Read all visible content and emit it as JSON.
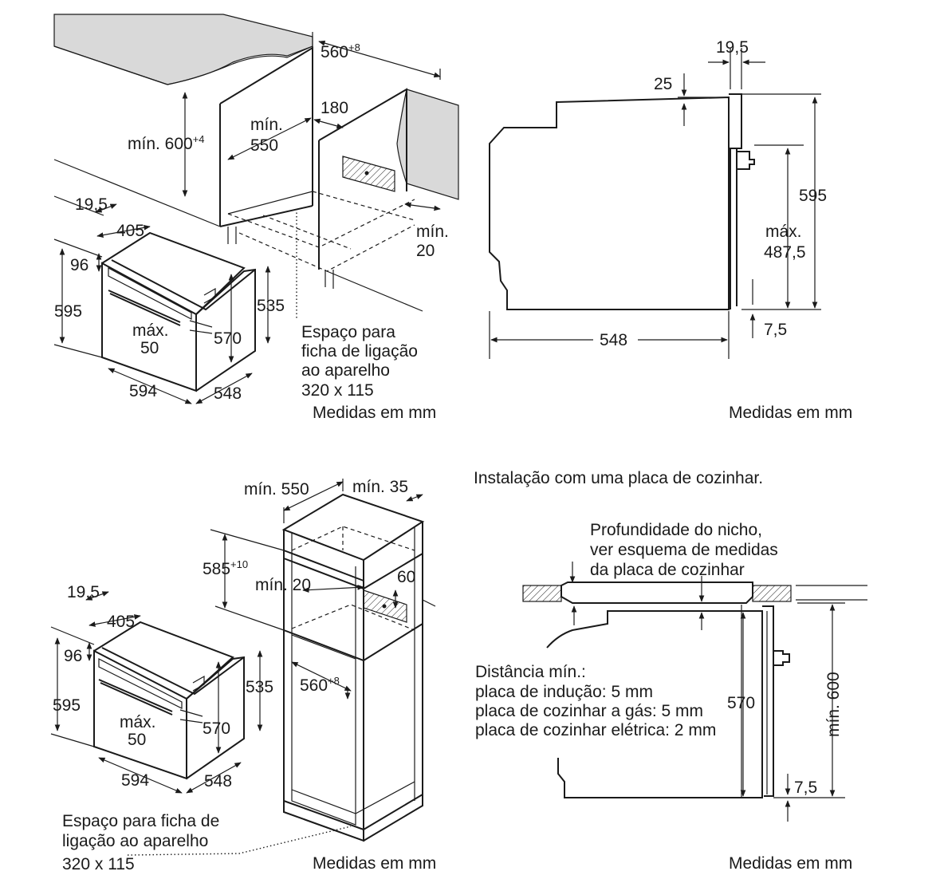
{
  "units_label": "Medidas em mm",
  "q1": {
    "cabinet_depth": "mín. 550",
    "width_value": "560",
    "width_sup": "+8",
    "height_value": "mín. 600",
    "height_sup": "+4",
    "gap_180": "180",
    "min_20_a": "mín.",
    "min_20_b": "20",
    "plug_line1": "Espaço para",
    "plug_line2": "ficha de ligação",
    "plug_line3": "ao aparelho",
    "plug_line4": "320 x 115",
    "oven": {
      "d_19_5": "19,5",
      "d_405": "405",
      "d_96": "96",
      "d_595": "595",
      "d_max": "máx.",
      "d_50": "50",
      "d_570": "570",
      "d_535": "535",
      "d_594": "594",
      "d_548": "548"
    }
  },
  "q2": {
    "d_19_5": "19,5",
    "d_25": "25",
    "d_595": "595",
    "d_max": "máx.",
    "d_487_5": "487,5",
    "d_7_5": "7,5",
    "d_548": "548"
  },
  "q3": {
    "min_550": "mín. 550",
    "min_35": "mín. 35",
    "h_value": "585",
    "h_sup": "+10",
    "min_20": "mín. 20",
    "d_60": "60",
    "w_value": "560",
    "w_sup": "+8",
    "plug_line1": "Espaço para ficha de",
    "plug_line2": "ligação ao aparelho",
    "plug_line3": "320 x 115",
    "oven": {
      "d_19_5": "19,5",
      "d_405": "405",
      "d_96": "96",
      "d_595": "595",
      "d_max": "máx.",
      "d_50": "50",
      "d_570": "570",
      "d_535": "535",
      "d_594": "594",
      "d_548": "548"
    }
  },
  "q4": {
    "title": "Instalação com uma placa de cozinhar.",
    "niche_line1": "Profundidade do nicho,",
    "niche_line2": "ver esquema de medidas",
    "niche_line3": "da placa de cozinhar",
    "dist_title": "Distância mín.:",
    "dist_induction": "placa de indução: 5 mm",
    "dist_gas": "placa de cozinhar a gás: 5 mm",
    "dist_electric": "placa de cozinhar elétrica: 2 mm",
    "d_570": "570",
    "d_min_600": "mín. 600",
    "d_7_5": "7,5"
  }
}
